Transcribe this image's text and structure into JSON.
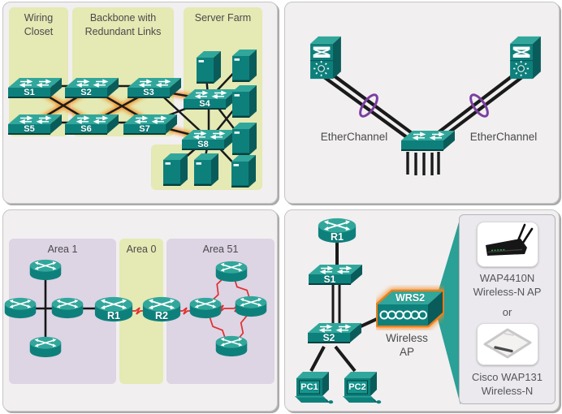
{
  "q1": {
    "panels": {
      "wiring_closet": "Wiring Closet",
      "backbone": "Backbone with Redundant Links",
      "server_farm": "Server Farm"
    },
    "switches": {
      "s1": "S1",
      "s2": "S2",
      "s3": "S3",
      "s4": "S4",
      "s5": "S5",
      "s6": "S6",
      "s7": "S7",
      "s8": "S8"
    }
  },
  "q2": {
    "left_label": "EtherChannel",
    "right_label": "EtherChannel"
  },
  "q3": {
    "areas": {
      "a1": "Area 1",
      "a0": "Area 0",
      "a51": "Area 51"
    },
    "routers": {
      "r1": "R1",
      "r2": "R2"
    }
  },
  "q4": {
    "router_label": "R1",
    "switch1_label": "S1",
    "switch2_label": "S2",
    "wap_label": "WRS2",
    "wap_caption": "Wireless AP",
    "pc1_label": "PC1",
    "pc2_label": "PC2",
    "callout": {
      "device1_name": "WAP4410N",
      "device1_type": "Wireless-N AP",
      "conjunction": "or",
      "device2_name": "Cisco WAP131",
      "device2_type": "Wireless-N"
    }
  },
  "colors": {
    "device_teal_top": "#31a79b",
    "device_teal_front": "#0e807c",
    "device_teal_side": "#0a5c5a",
    "panel_green": "#e5e9b3",
    "panel_purple": "#ddd4e4",
    "quadrant_bg": "#f1eff0",
    "link_black": "#1a1a1a",
    "redundant_link_glow": "#f28a1e",
    "wap_highlight_orange": "#ef7d17",
    "serial_link_red": "#e12f2f",
    "etherchannel_loop_purple": "#7b3fa0",
    "callout_funnel_teal": "#2aa096"
  },
  "icons": {
    "workgroup-switch-icon": "3D teal switch slab with white arrows",
    "multilayer-switch-icon": "teal chassis with white crossbars and starburst",
    "router-icon": "teal cylinder with white cross arrows",
    "server-icon": "teal tower with slot",
    "pc-icon": "teal desktop computer with mouse",
    "wireless-router-icon": "teal slab with white loop chain, orange highlight",
    "etherchannel-loop-icon": "purple oval around bundled links",
    "serial-link-icon": "red lightning zigzag link",
    "wap4410n-photo": "black wireless AP with two antennas",
    "wap131-photo": "white flat wireless AP"
  }
}
